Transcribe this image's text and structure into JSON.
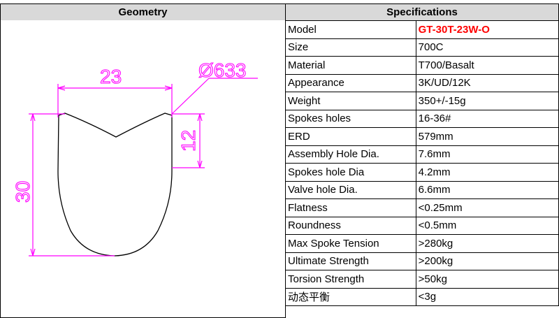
{
  "headers": {
    "geometry": "Geometry",
    "specifications": "Specifications"
  },
  "drawing": {
    "width_label": "23",
    "diameter_label": "Ø633",
    "height_label": "30",
    "depth_label": "12",
    "dimension_color": "#ff00ff"
  },
  "specs": [
    {
      "key": "Model",
      "value": "GT-30T-23W-O",
      "highlight": true
    },
    {
      "key": "Size",
      "value": "700C"
    },
    {
      "key": "Material",
      "value": "T700/Basalt"
    },
    {
      "key": "Appearance",
      "value": "3K/UD/12K"
    },
    {
      "key": "Weight",
      "value": "350+/-15g"
    },
    {
      "key": "Spokes holes",
      "value": "16-36#"
    },
    {
      "key": "ERD",
      "value": "579mm"
    },
    {
      "key": "Assembly Hole Dia.",
      "value": "7.6mm"
    },
    {
      "key": "Spokes hole Dia",
      "value": "4.2mm"
    },
    {
      "key": "Valve hole Dia.",
      "value": "6.6mm"
    },
    {
      "key": "Flatness",
      "value": "<0.25mm"
    },
    {
      "key": "Roundness",
      "value": "<0.5mm"
    },
    {
      "key": "Max Spoke Tension",
      "value": ">280kg"
    },
    {
      "key": "Ultimate Strength",
      "value": ">200kg"
    },
    {
      "key": "Torsion Strength",
      "value": ">50kg"
    },
    {
      "key": "动态平衡",
      "value": "<3g"
    }
  ]
}
